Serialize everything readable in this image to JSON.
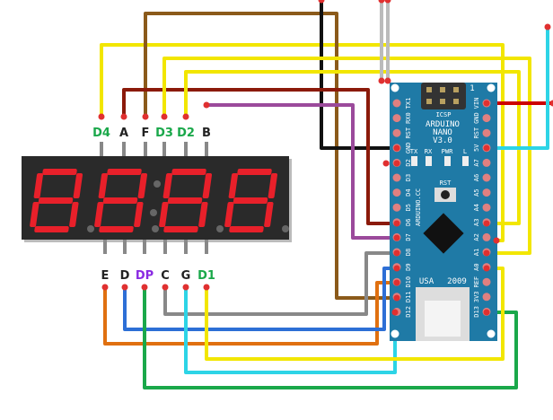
{
  "display": {
    "top_pins": [
      {
        "label": "D4",
        "color": "#1aa84a"
      },
      {
        "label": "A",
        "color": "#222222"
      },
      {
        "label": "F",
        "color": "#222222"
      },
      {
        "label": "D3",
        "color": "#1aa84a"
      },
      {
        "label": "D2",
        "color": "#1aa84a"
      },
      {
        "label": "B",
        "color": "#222222"
      }
    ],
    "bottom_pins": [
      {
        "label": "E",
        "color": "#222222"
      },
      {
        "label": "D",
        "color": "#222222"
      },
      {
        "label": "DP",
        "color": "#8a2be2"
      },
      {
        "label": "C",
        "color": "#222222"
      },
      {
        "label": "G",
        "color": "#222222"
      },
      {
        "label": "D1",
        "color": "#1aa84a"
      }
    ],
    "digits": 4,
    "segment_color": "#e8202a",
    "body_color": "#2a2a2a"
  },
  "board": {
    "name_lines": [
      "ARDUINO",
      "NANO",
      "V3.0"
    ],
    "icsp": "ICSP",
    "pin1": "1",
    "website": "ARDUINO.CC",
    "usa": "USA",
    "year": "2009",
    "rst_label": "RST",
    "leds": [
      "TX",
      "RX",
      "PWR",
      "L"
    ],
    "left_pins": [
      "TX1",
      "RX0",
      "RST",
      "GND",
      "D2",
      "D3",
      "D4",
      "D5",
      "D6",
      "D7",
      "D8",
      "D9",
      "D10",
      "D11",
      "D12"
    ],
    "right_pins": [
      "VIN",
      "GND",
      "RST",
      "5V",
      "A7",
      "A6",
      "A5",
      "A4",
      "A3",
      "A2",
      "A1",
      "A0",
      "REF",
      "3V3",
      "D13"
    ],
    "color": "#1f7aa6"
  }
}
